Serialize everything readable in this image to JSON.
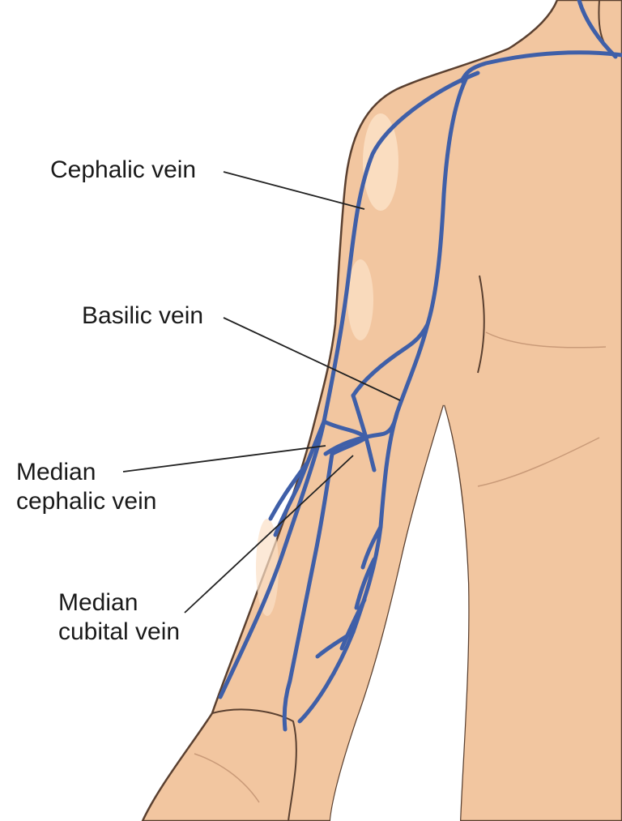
{
  "labels": {
    "cephalic": [
      "Cephalic vein"
    ],
    "basilic": [
      "Basilic vein"
    ],
    "median_cephalic": [
      "Median",
      "cephalic vein"
    ],
    "median_cubital": [
      "Median",
      "cubital vein"
    ]
  },
  "colors": {
    "skin": "#f2c6a0",
    "skin_outline": "#5a4030",
    "skin_shadow": "#deae88",
    "highlight": "#fbe0c6",
    "vein": "#3f5fa8",
    "leader": "#222222",
    "background": "#ffffff"
  }
}
